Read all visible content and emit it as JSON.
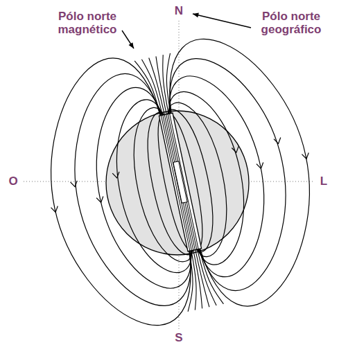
{
  "diagram": {
    "labels": [
      "Pólo norte magnético",
      "Pólo norte geográfico",
      "N",
      "O",
      "L",
      "S"
    ]
  }
}
